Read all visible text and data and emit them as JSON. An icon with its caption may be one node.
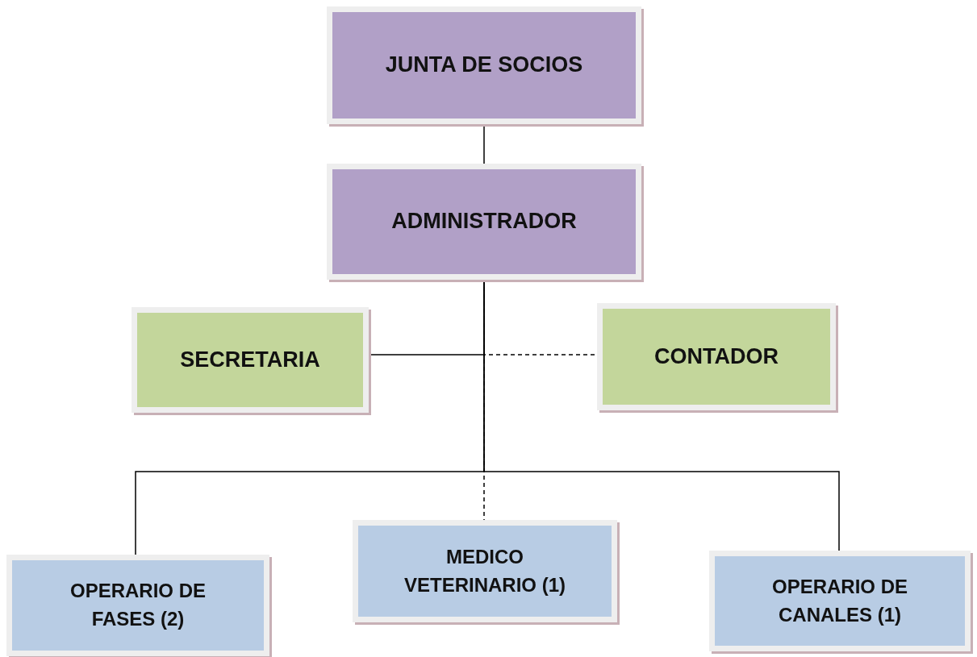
{
  "diagram": {
    "nodes": [
      {
        "text": [
          "JUNTA DE SOCIOS"
        ]
      },
      {
        "text": [
          "ADMINISTRADOR"
        ]
      },
      {
        "text": [
          "SECRETARIA"
        ]
      },
      {
        "text": [
          "CONTADOR"
        ]
      },
      {
        "text": [
          "OPERARIO DE FASES (2)"
        ]
      },
      {
        "text": [
          "MEDICO VETERINARIO (1)"
        ]
      },
      {
        "text": [
          "OPERARIO DE CANALES (1)"
        ]
      }
    ],
    "edges": [
      {
        "from": 0,
        "to": 1,
        "arrow": "none"
      },
      {
        "from": 1,
        "to": 2,
        "arrow": "none"
      },
      {
        "from": 1,
        "to": 3,
        "arrow": "none",
        "style": "dashed"
      },
      {
        "from": 1,
        "to": 4,
        "arrow": "none"
      },
      {
        "from": 1,
        "to": 5,
        "arrow": "none",
        "style": "dashed"
      },
      {
        "from": 1,
        "to": 6,
        "arrow": "none"
      }
    ]
  }
}
